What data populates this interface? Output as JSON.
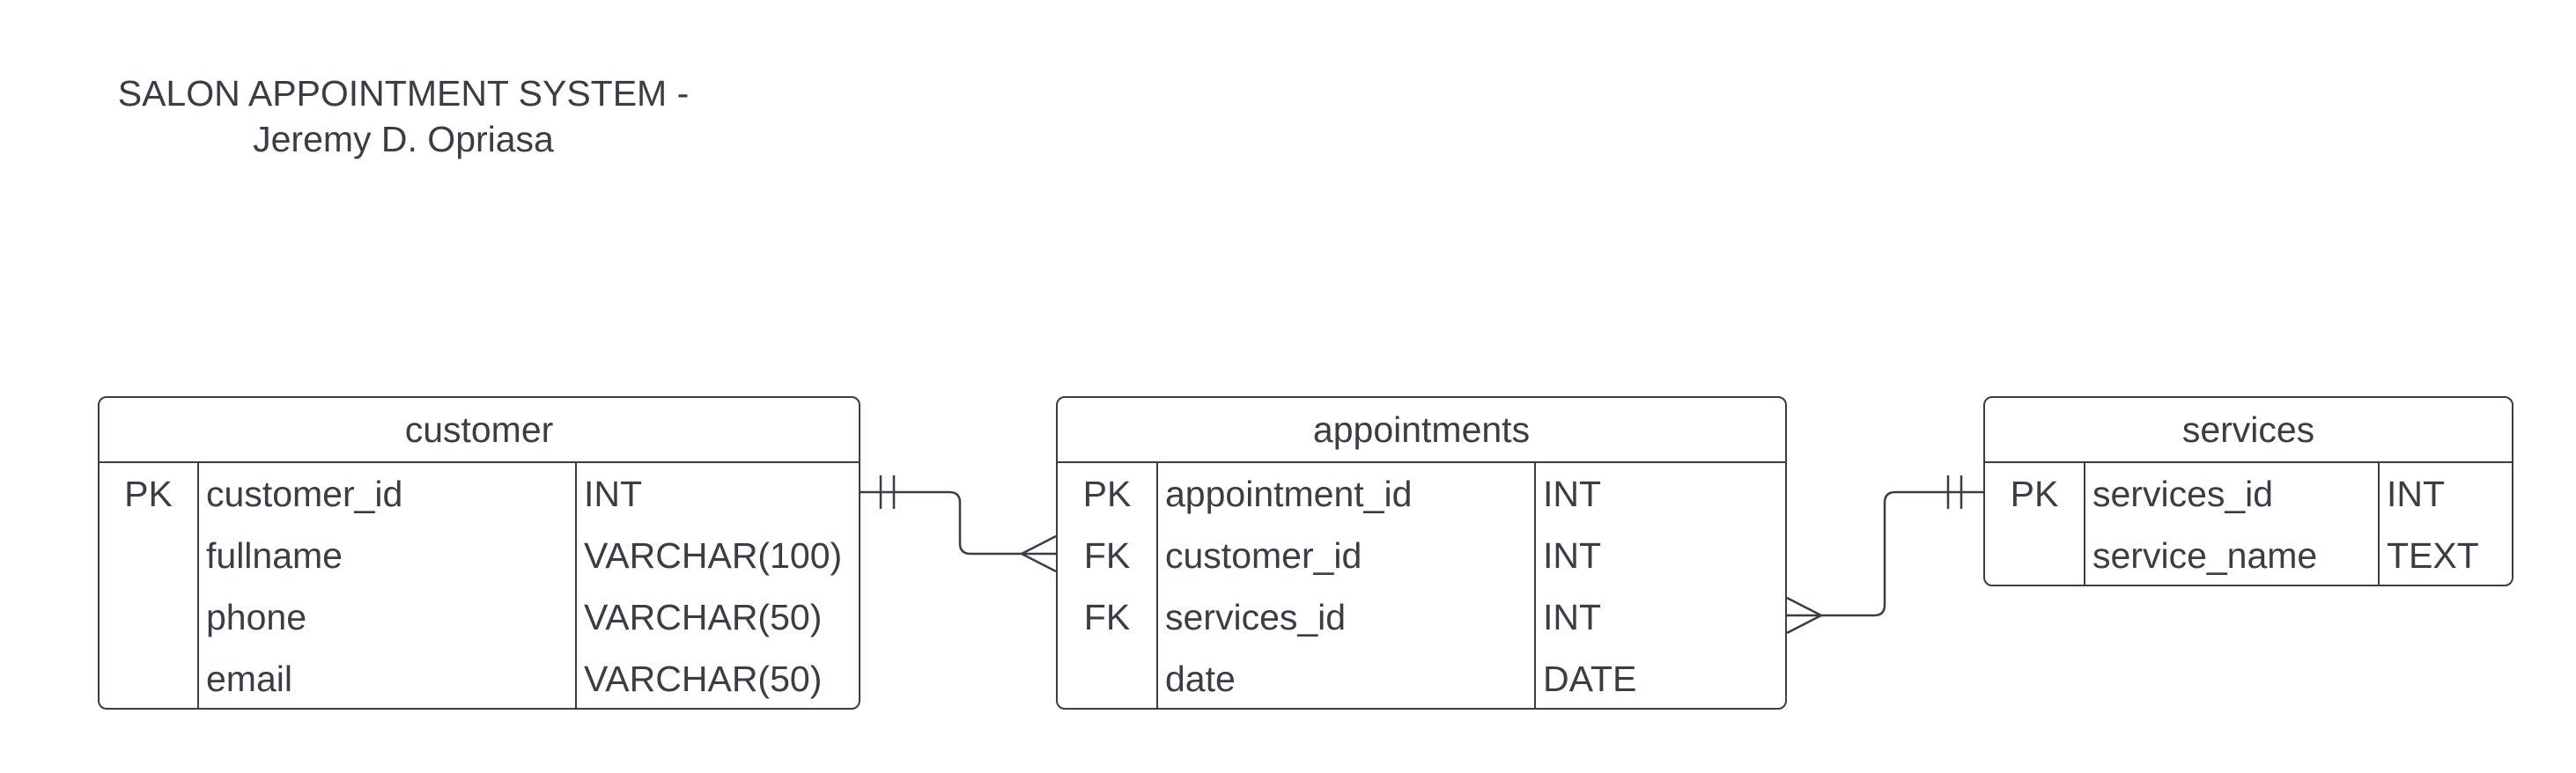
{
  "title": {
    "line1": "SALON APPOINTMENT SYSTEM -",
    "line2": "Jeremy D. Opriasa"
  },
  "entities": {
    "customer": {
      "name": "customer",
      "rows": [
        {
          "key": "PK",
          "field": "customer_id",
          "type": "INT"
        },
        {
          "key": "",
          "field": "fullname",
          "type": "VARCHAR(100)"
        },
        {
          "key": "",
          "field": "phone",
          "type": "VARCHAR(50)"
        },
        {
          "key": "",
          "field": "email",
          "type": "VARCHAR(50)"
        }
      ]
    },
    "appointments": {
      "name": "appointments",
      "rows": [
        {
          "key": "PK",
          "field": "appointment_id",
          "type": "INT"
        },
        {
          "key": "FK",
          "field": "customer_id",
          "type": "INT"
        },
        {
          "key": "FK",
          "field": "services_id",
          "type": "INT"
        },
        {
          "key": "",
          "field": "date",
          "type": "DATE"
        }
      ]
    },
    "services": {
      "name": "services",
      "rows": [
        {
          "key": "PK",
          "field": "services_id",
          "type": "INT"
        },
        {
          "key": "",
          "field": "service_name",
          "type": "TEXT"
        }
      ]
    }
  },
  "relationships": [
    {
      "from": "customer.customer_id",
      "to": "appointments.customer_id",
      "from_cardinality": "one-and-only-one",
      "to_cardinality": "many"
    },
    {
      "from": "services.services_id",
      "to": "appointments.services_id",
      "from_cardinality": "one-and-only-one",
      "to_cardinality": "many"
    }
  ]
}
